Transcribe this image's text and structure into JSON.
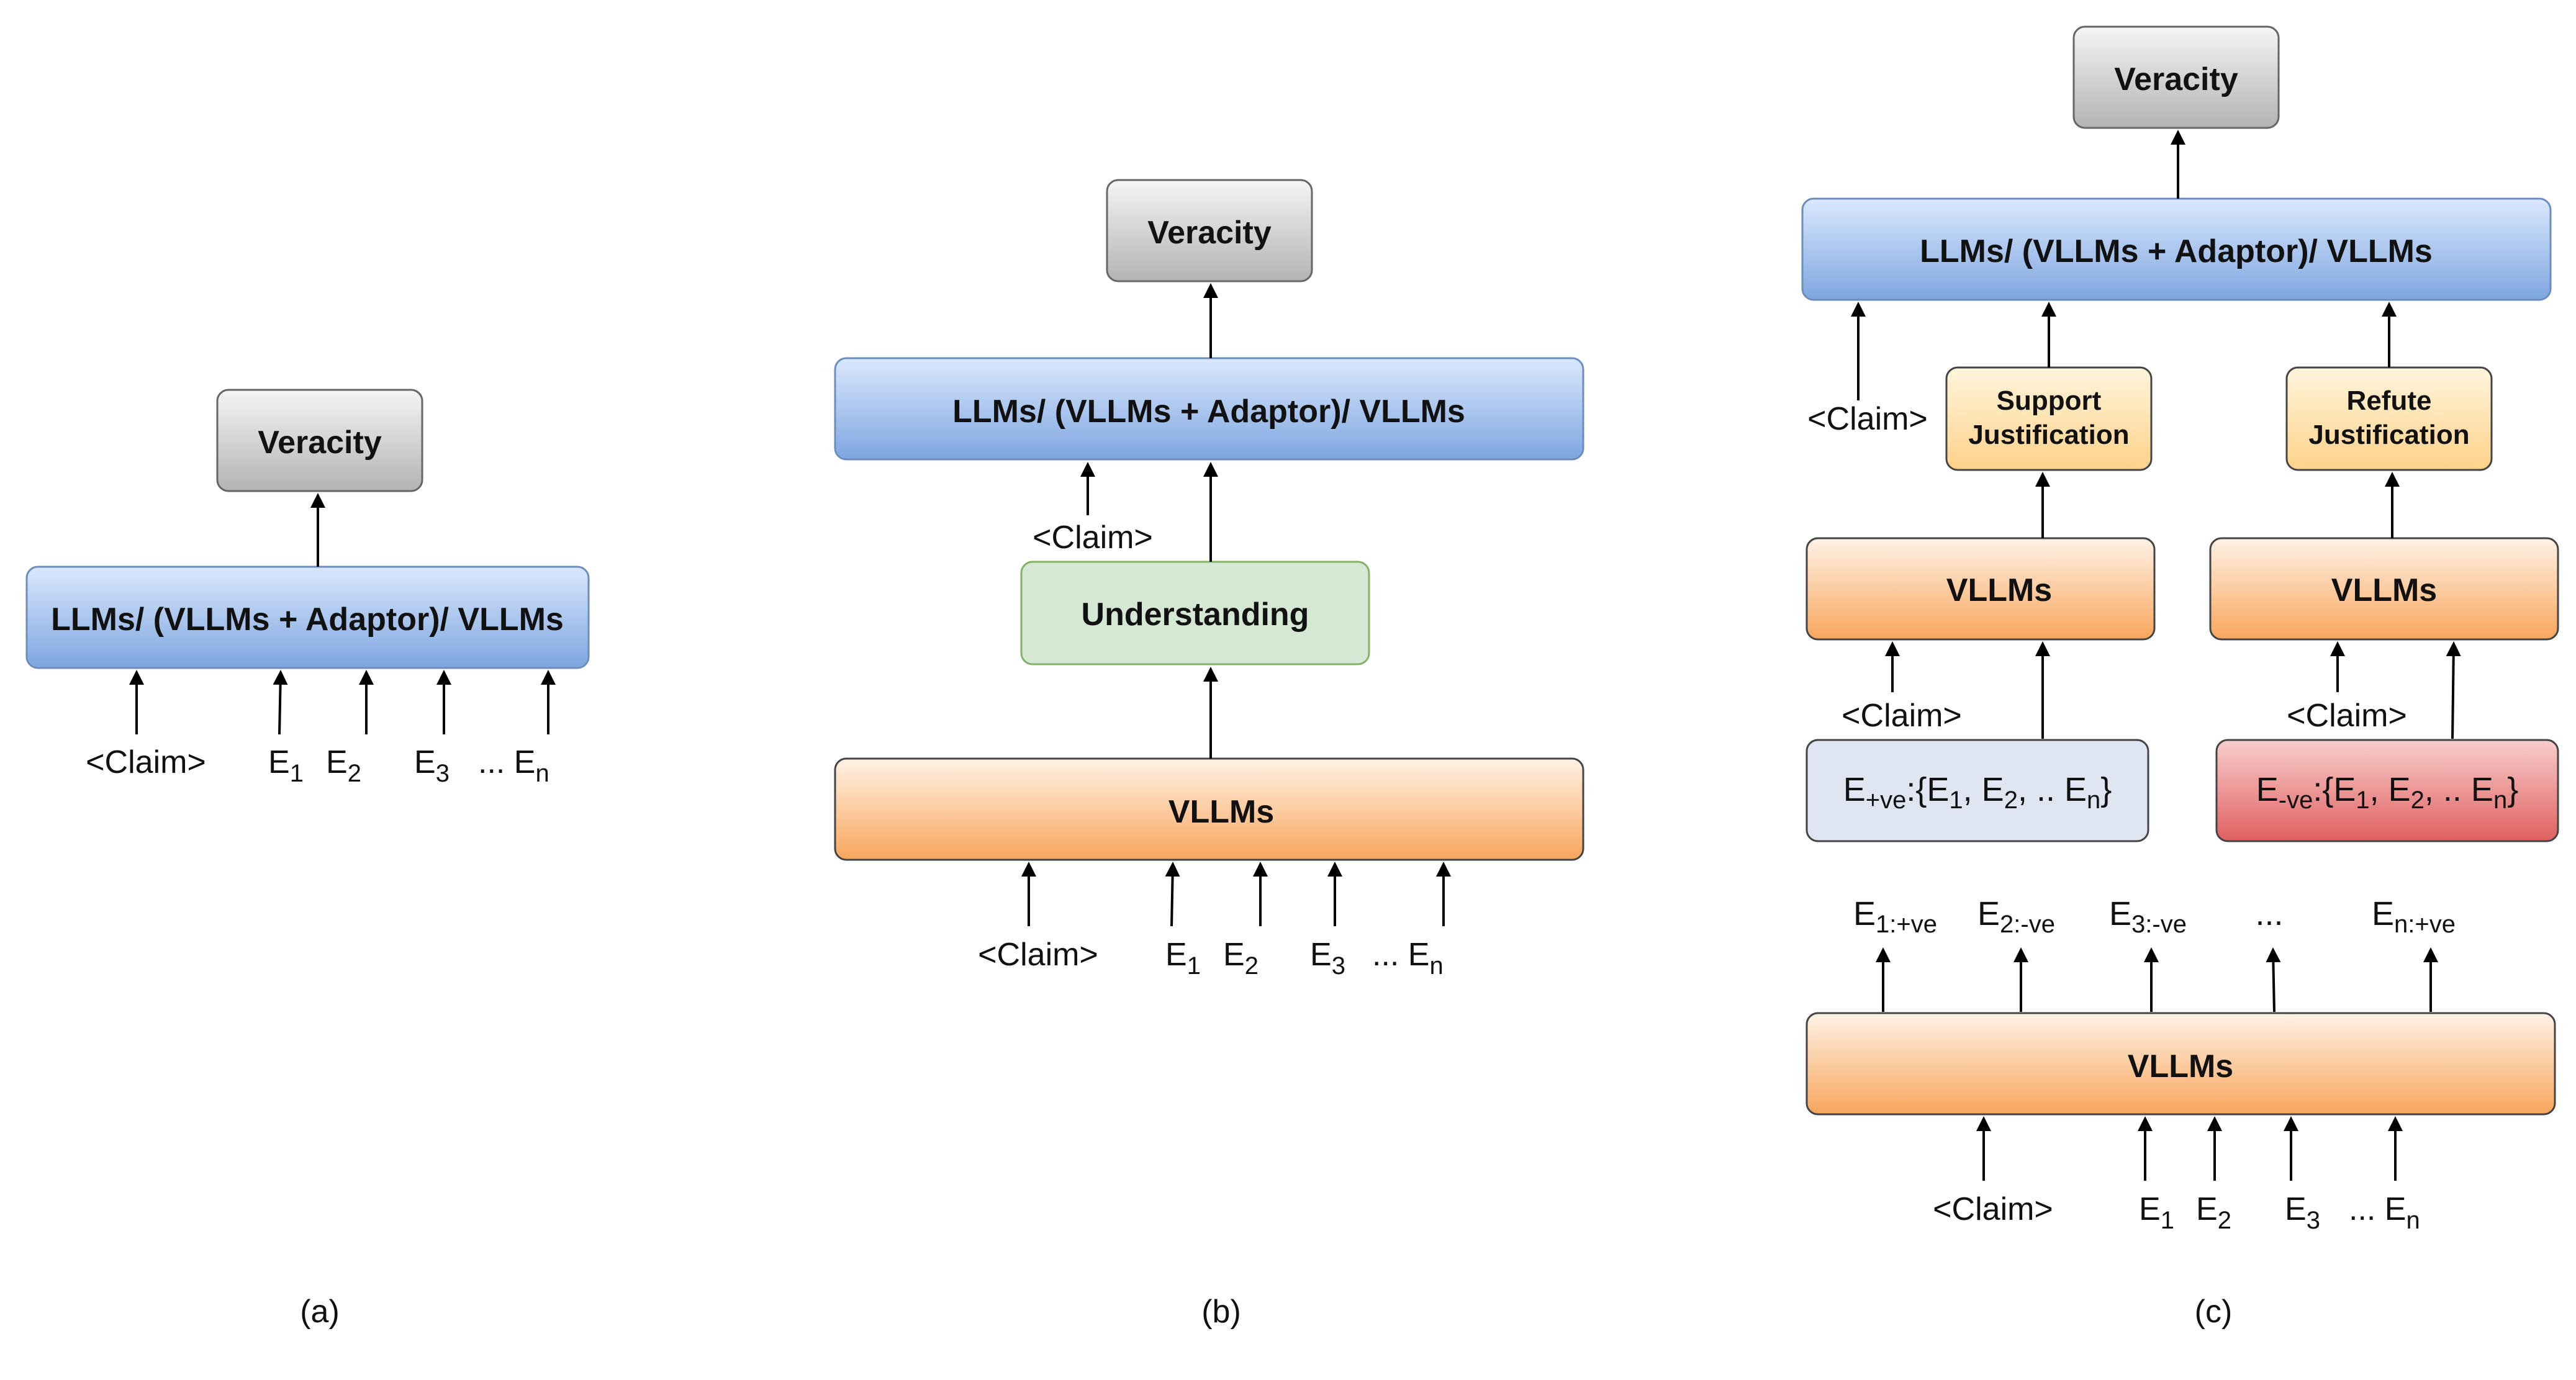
{
  "labels": {
    "veracity": "Veracity",
    "llm_stack": "LLMs/ (VLLMs + Adaptor)/ VLLMs",
    "vllms": "VLLMs",
    "understanding": "Understanding",
    "support_justification_line1": "Support",
    "support_justification_line2": "Justification",
    "refute_justification_line1": "Refute",
    "refute_justification_line2": "Justification",
    "claim": "<Claim>",
    "ellipsis": "...",
    "evidence_prefix": "E",
    "e1_sub": "1",
    "e2_sub": "2",
    "e3_sub": "3",
    "en_sub": "n",
    "pos_set_sub": "+ve",
    "neg_set_sub": "-ve",
    "set_open": ":{E",
    "set_sep": ", E",
    "set_dots": ", .. E",
    "set_close": "}",
    "e1_pos_sub": "1:+ve",
    "e2_neg_sub": "2:-ve",
    "e3_neg_sub": "3:-ve",
    "en_pos_sub": "n:+ve"
  },
  "captions": {
    "a": "(a)",
    "b": "(b)",
    "c": "(c)"
  },
  "colors": {
    "veracity_top": "#f5f5f5",
    "veracity_bottom": "#b3b3b3",
    "blue_top": "#dae8fc",
    "blue_bottom": "#7ea6e0",
    "orange_top": "#fff2e6",
    "orange_bottom": "#f8a65c",
    "green": "#d5e8d4",
    "yellow": "#ffe6b3",
    "pos_set": "#dfe6f2",
    "neg_top": "#f8cecc",
    "neg_bottom": "#e06060"
  }
}
